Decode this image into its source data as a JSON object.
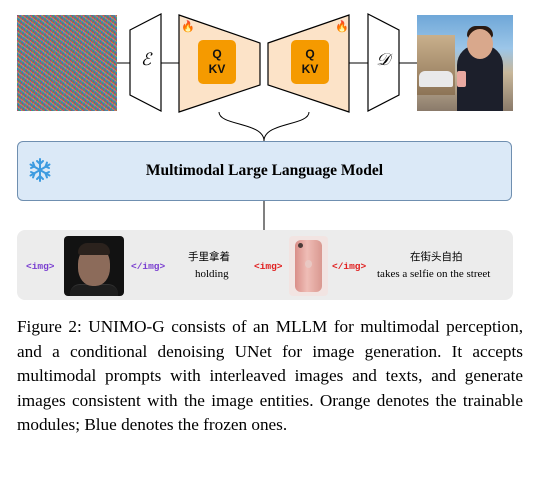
{
  "figure": {
    "encoder_label": "ℰ",
    "decoder_label": "𝒟",
    "unet_left": {
      "line1": "Q",
      "line2": "KV"
    },
    "unet_right": {
      "line1": "Q",
      "line2": "KV"
    },
    "trainable_icon": "fire-icon",
    "llm_title": "Multimodal Large Language Model",
    "frozen_icon": "snowflake-icon",
    "colors": {
      "trainable": "#f59a00",
      "trapezoid": "#fce3c8",
      "frozen": "#dbe9f7",
      "img_tag": "#7a3fd0",
      "img_tag_red": "#e02020"
    }
  },
  "prompt": {
    "img_open_1": "<img>",
    "img_close_1": "</img>",
    "text_1_cn": "手里拿着",
    "text_1_en": "holding",
    "img_open_2": "<img>",
    "img_close_2": "</img>",
    "text_2_cn": "在街头自拍",
    "text_2_en": "takes a selfie on the street"
  },
  "caption": "Figure 2: UNIMO-G consists of an MLLM for multimodal perception, and a conditional denoising UNet for image generation. It accepts multimodal prompts with interleaved images and texts, and generate images consistent with the image entities. Orange denotes the trainable modules; Blue denotes the frozen ones."
}
